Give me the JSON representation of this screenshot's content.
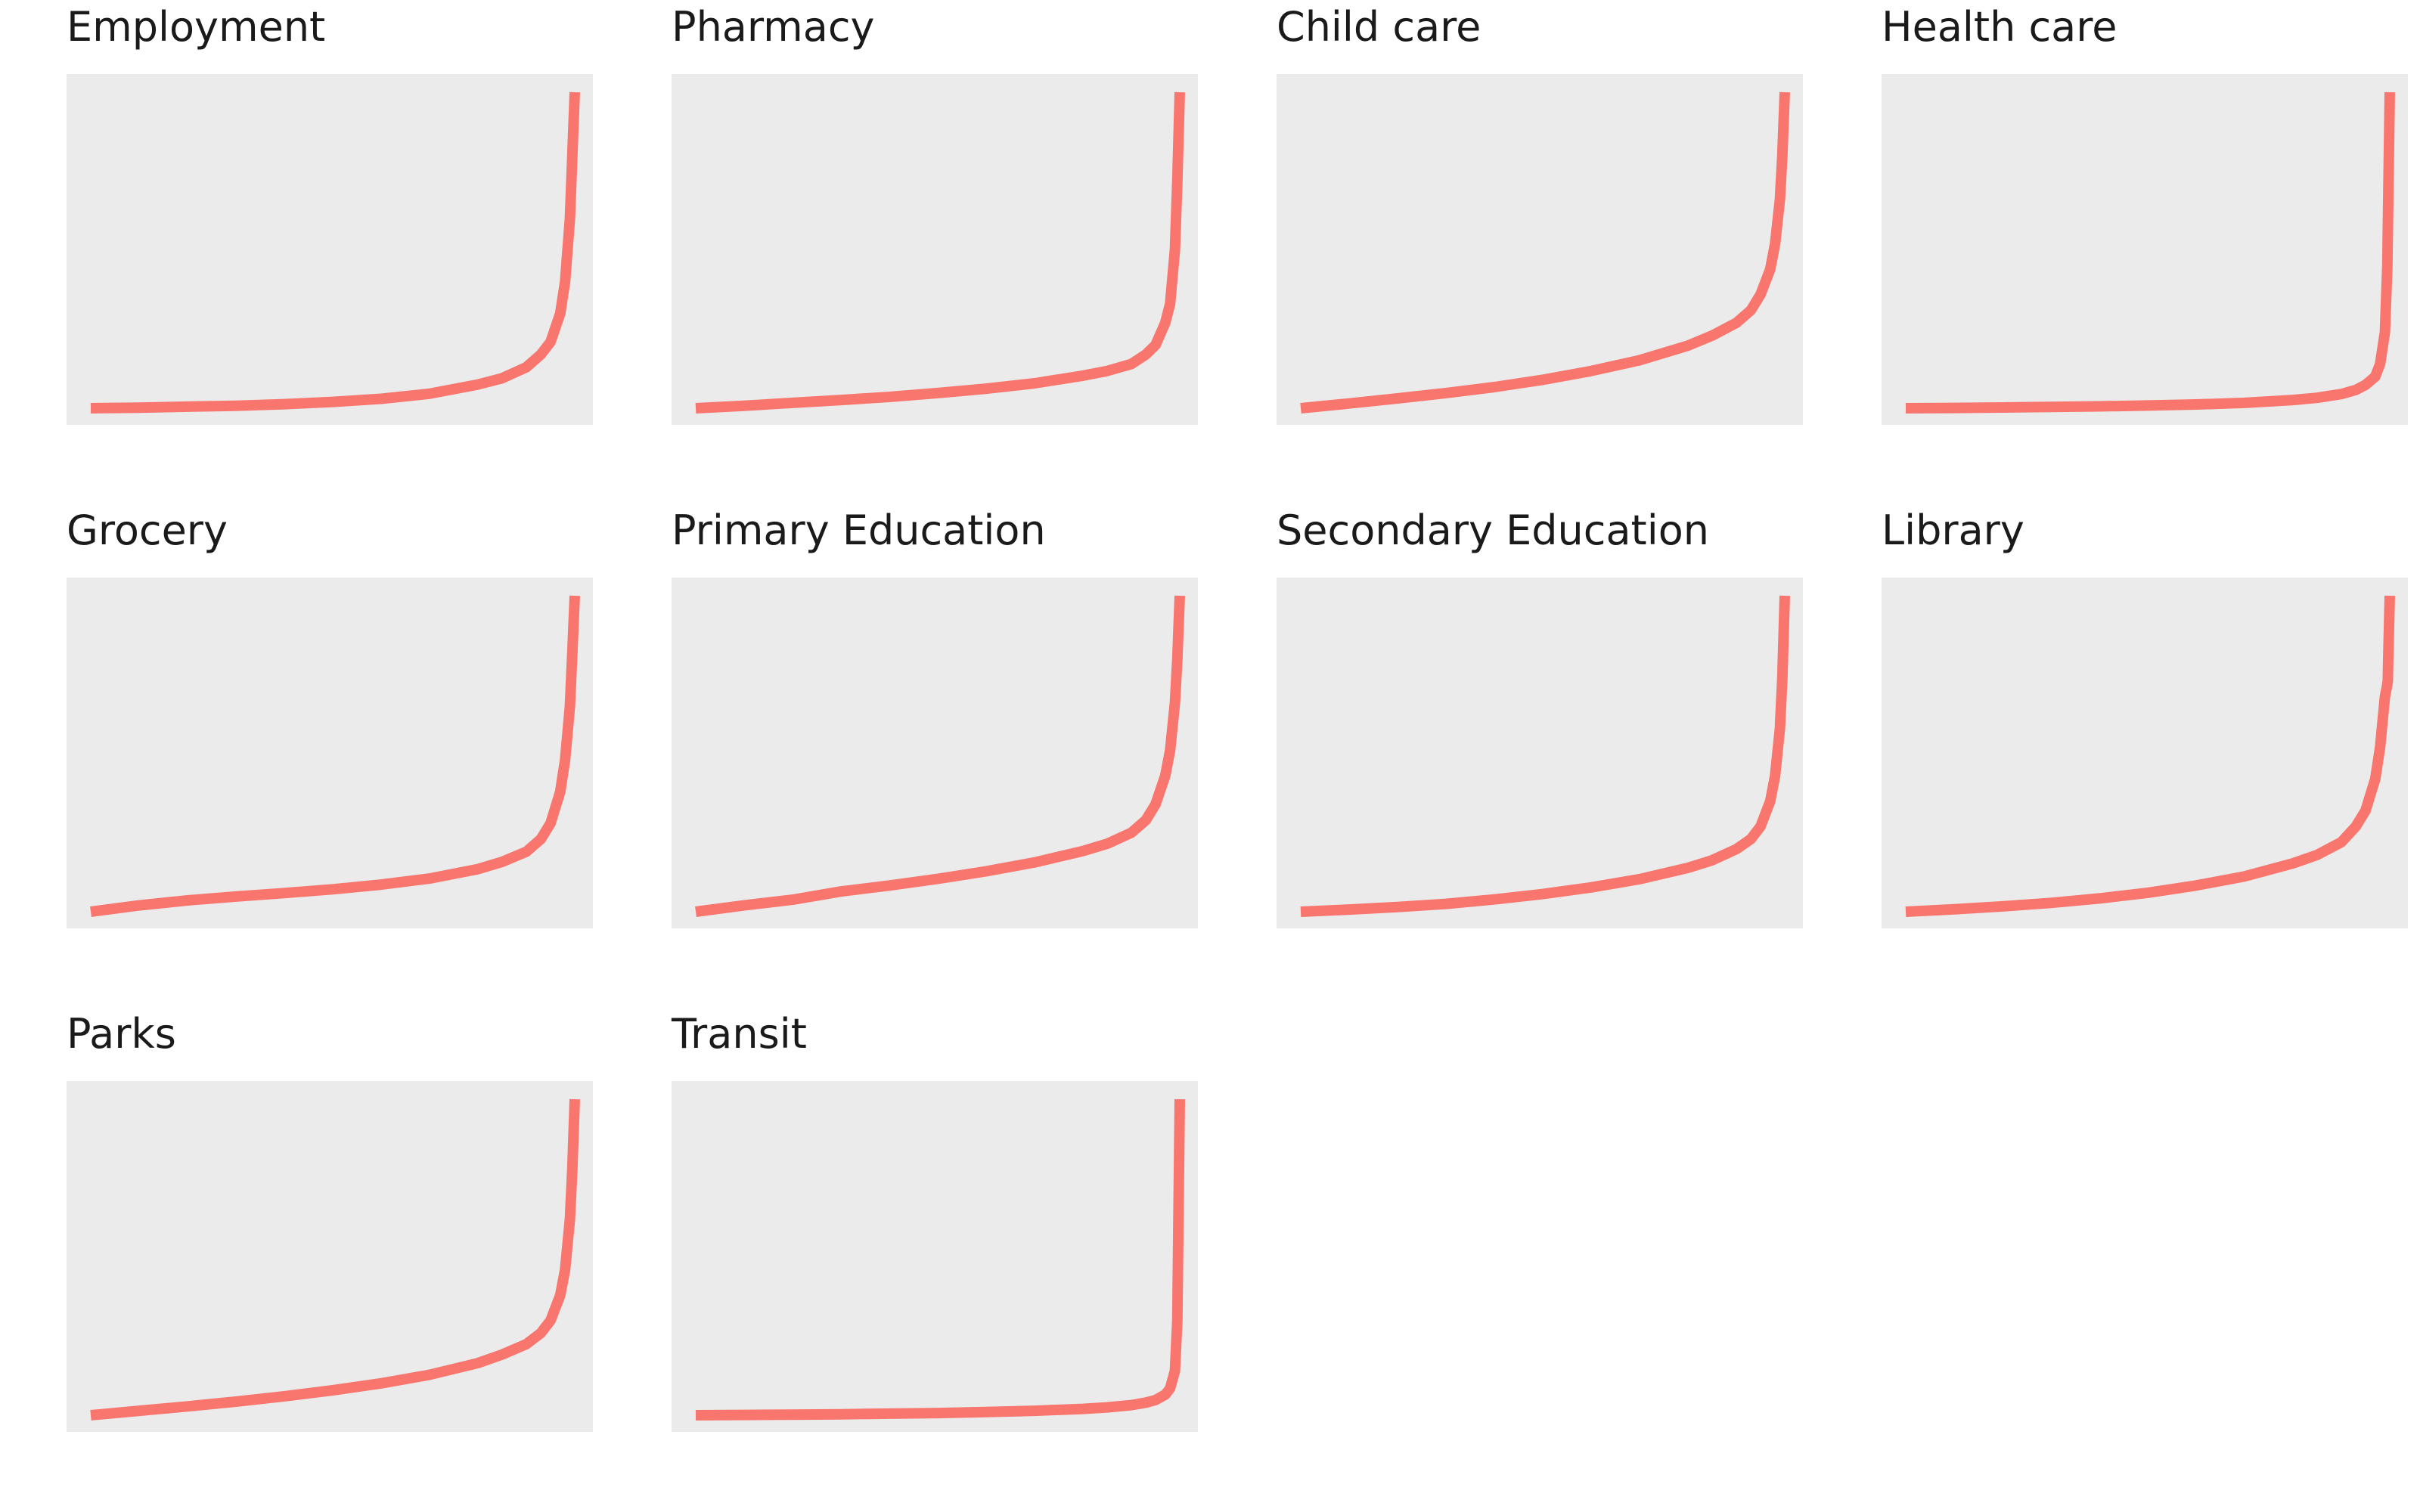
{
  "chart_data": {
    "type": "line",
    "style": {
      "line_color": "#f8766d",
      "panel_background": "#ebebeb",
      "axes_shown": false,
      "grid": false
    },
    "panels": [
      {
        "title": "Employment",
        "series": [
          {
            "x": [
              0,
              10,
              20,
              30,
              40,
              50,
              60,
              70,
              80,
              85,
              90,
              93,
              95,
              97,
              98,
              99,
              99.5,
              100
            ],
            "y": [
              0,
              0.2,
              0.5,
              0.8,
              1.3,
              2.0,
              3.0,
              4.6,
              7.5,
              9.5,
              13,
              17,
              21,
              30,
              40,
              60,
              80,
              100
            ]
          }
        ]
      },
      {
        "title": "Pharmacy",
        "series": [
          {
            "x": [
              0,
              10,
              20,
              30,
              40,
              50,
              60,
              70,
              80,
              85,
              90,
              93,
              95,
              97,
              98,
              99,
              99.5,
              100
            ],
            "y": [
              0,
              0.8,
              1.7,
              2.6,
              3.6,
              4.8,
              6.2,
              7.9,
              10.3,
              11.8,
              14,
              17,
              20,
              27,
              33,
              50,
              72,
              100
            ]
          }
        ]
      },
      {
        "title": "Child care",
        "series": [
          {
            "x": [
              0,
              10,
              20,
              30,
              40,
              50,
              60,
              70,
              80,
              85,
              90,
              93,
              95,
              97,
              98,
              99,
              99.5,
              100
            ],
            "y": [
              0,
              1.5,
              3.1,
              4.8,
              6.7,
              9.0,
              11.8,
              15.2,
              19.8,
              23,
              27,
              31,
              36,
              44,
              52,
              66,
              80,
              100
            ]
          }
        ]
      },
      {
        "title": "Health care",
        "series": [
          {
            "x": [
              0,
              10,
              20,
              30,
              40,
              50,
              60,
              70,
              80,
              85,
              90,
              93,
              95,
              97,
              98,
              99,
              99.5,
              100
            ],
            "y": [
              0,
              0.1,
              0.25,
              0.4,
              0.6,
              0.85,
              1.2,
              1.7,
              2.6,
              3.3,
              4.5,
              5.8,
              7.4,
              10,
              14,
              24,
              45,
              100
            ]
          }
        ]
      },
      {
        "title": "Grocery",
        "series": [
          {
            "x": [
              0,
              10,
              20,
              30,
              40,
              50,
              60,
              70,
              80,
              85,
              90,
              93,
              95,
              97,
              98,
              99,
              99.5,
              100
            ],
            "y": [
              0,
              2.0,
              3.6,
              4.8,
              5.9,
              7.1,
              8.6,
              10.5,
              13.5,
              15.8,
              19,
              23,
              28,
              38,
              48,
              65,
              82,
              100
            ]
          }
        ]
      },
      {
        "title": "Primary Education",
        "series": [
          {
            "x": [
              0,
              10,
              20,
              30,
              40,
              50,
              60,
              70,
              80,
              85,
              90,
              93,
              95,
              97,
              98,
              99,
              99.5,
              100
            ],
            "y": [
              0,
              2.0,
              3.8,
              6.4,
              8.3,
              10.4,
              12.8,
              15.6,
              19.2,
              21.5,
              25,
              29,
              34,
              43,
              51,
              66,
              80,
              100
            ]
          }
        ]
      },
      {
        "title": "Secondary Education",
        "series": [
          {
            "x": [
              0,
              10,
              20,
              30,
              40,
              50,
              60,
              70,
              80,
              85,
              90,
              93,
              95,
              97,
              98,
              99,
              99.5,
              100
            ],
            "y": [
              0,
              0.7,
              1.5,
              2.5,
              3.9,
              5.6,
              7.7,
              10.3,
              13.9,
              16.3,
              19.8,
              23,
              27,
              35,
              43,
              58,
              74,
              100
            ]
          }
        ]
      },
      {
        "title": "Library",
        "series": [
          {
            "x": [
              0,
              10,
              20,
              30,
              40,
              50,
              60,
              70,
              80,
              85,
              90,
              93,
              95,
              97,
              98,
              99,
              99.5,
              99.6,
              99.65,
              100
            ],
            "y": [
              0,
              0.8,
              1.7,
              2.8,
              4.2,
              6.0,
              8.3,
              11.2,
              15.3,
              18,
              22,
              27,
              32,
              42,
              52,
              68,
              72,
              73,
              78,
              100
            ]
          }
        ]
      },
      {
        "title": "Parks",
        "series": [
          {
            "x": [
              0,
              10,
              20,
              30,
              40,
              50,
              60,
              70,
              80,
              85,
              90,
              93,
              95,
              97,
              98,
              99,
              99.5,
              100
            ],
            "y": [
              0,
              1.4,
              2.8,
              4.3,
              6.0,
              7.9,
              10.1,
              12.8,
              16.5,
              19.2,
              22.5,
              26,
              30,
              38,
              46,
              62,
              78,
              100
            ]
          }
        ]
      },
      {
        "title": "Transit",
        "series": [
          {
            "x": [
              0,
              10,
              20,
              30,
              40,
              50,
              60,
              70,
              80,
              85,
              90,
              93,
              95,
              97,
              98,
              99,
              99.5,
              100
            ],
            "y": [
              0,
              0.1,
              0.2,
              0.3,
              0.5,
              0.7,
              1.0,
              1.4,
              2.0,
              2.5,
              3.2,
              4.0,
              4.8,
              6.5,
              8.5,
              14,
              30,
              100
            ]
          }
        ]
      }
    ]
  }
}
